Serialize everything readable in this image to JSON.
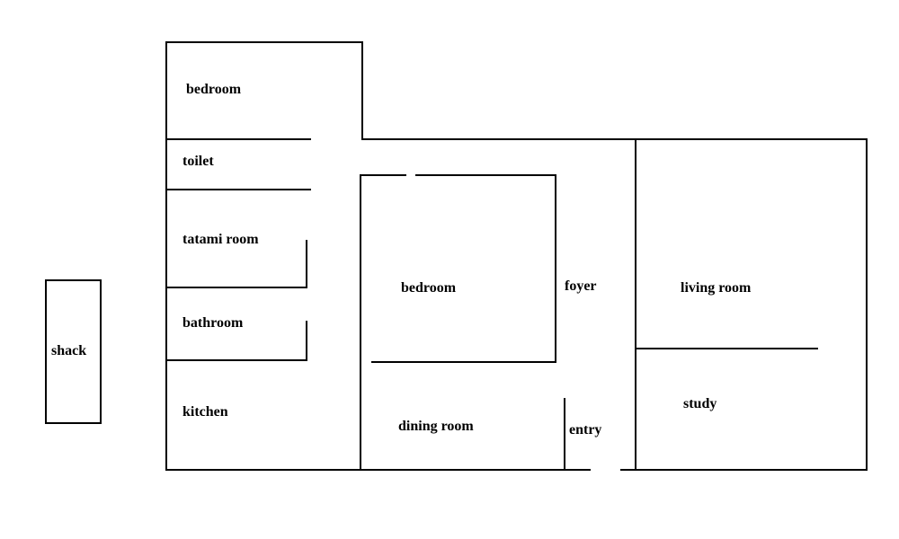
{
  "diagram": {
    "type": "floor plan",
    "background_color": "#ffffff",
    "wall_color": "#000000",
    "text_color": "#000000"
  },
  "rooms": {
    "bedroom_top": {
      "label": "bedroom"
    },
    "toilet": {
      "label": "toilet"
    },
    "tatami_room": {
      "label": "tatami room"
    },
    "bathroom": {
      "label": "bathroom"
    },
    "kitchen": {
      "label": "kitchen"
    },
    "shack": {
      "label": "shack"
    },
    "bedroom_center": {
      "label": "bedroom"
    },
    "foyer": {
      "label": "foyer"
    },
    "living_room": {
      "label": "living room"
    },
    "study": {
      "label": "study"
    },
    "dining_room": {
      "label": "dining room"
    },
    "entry": {
      "label": "entry"
    }
  }
}
